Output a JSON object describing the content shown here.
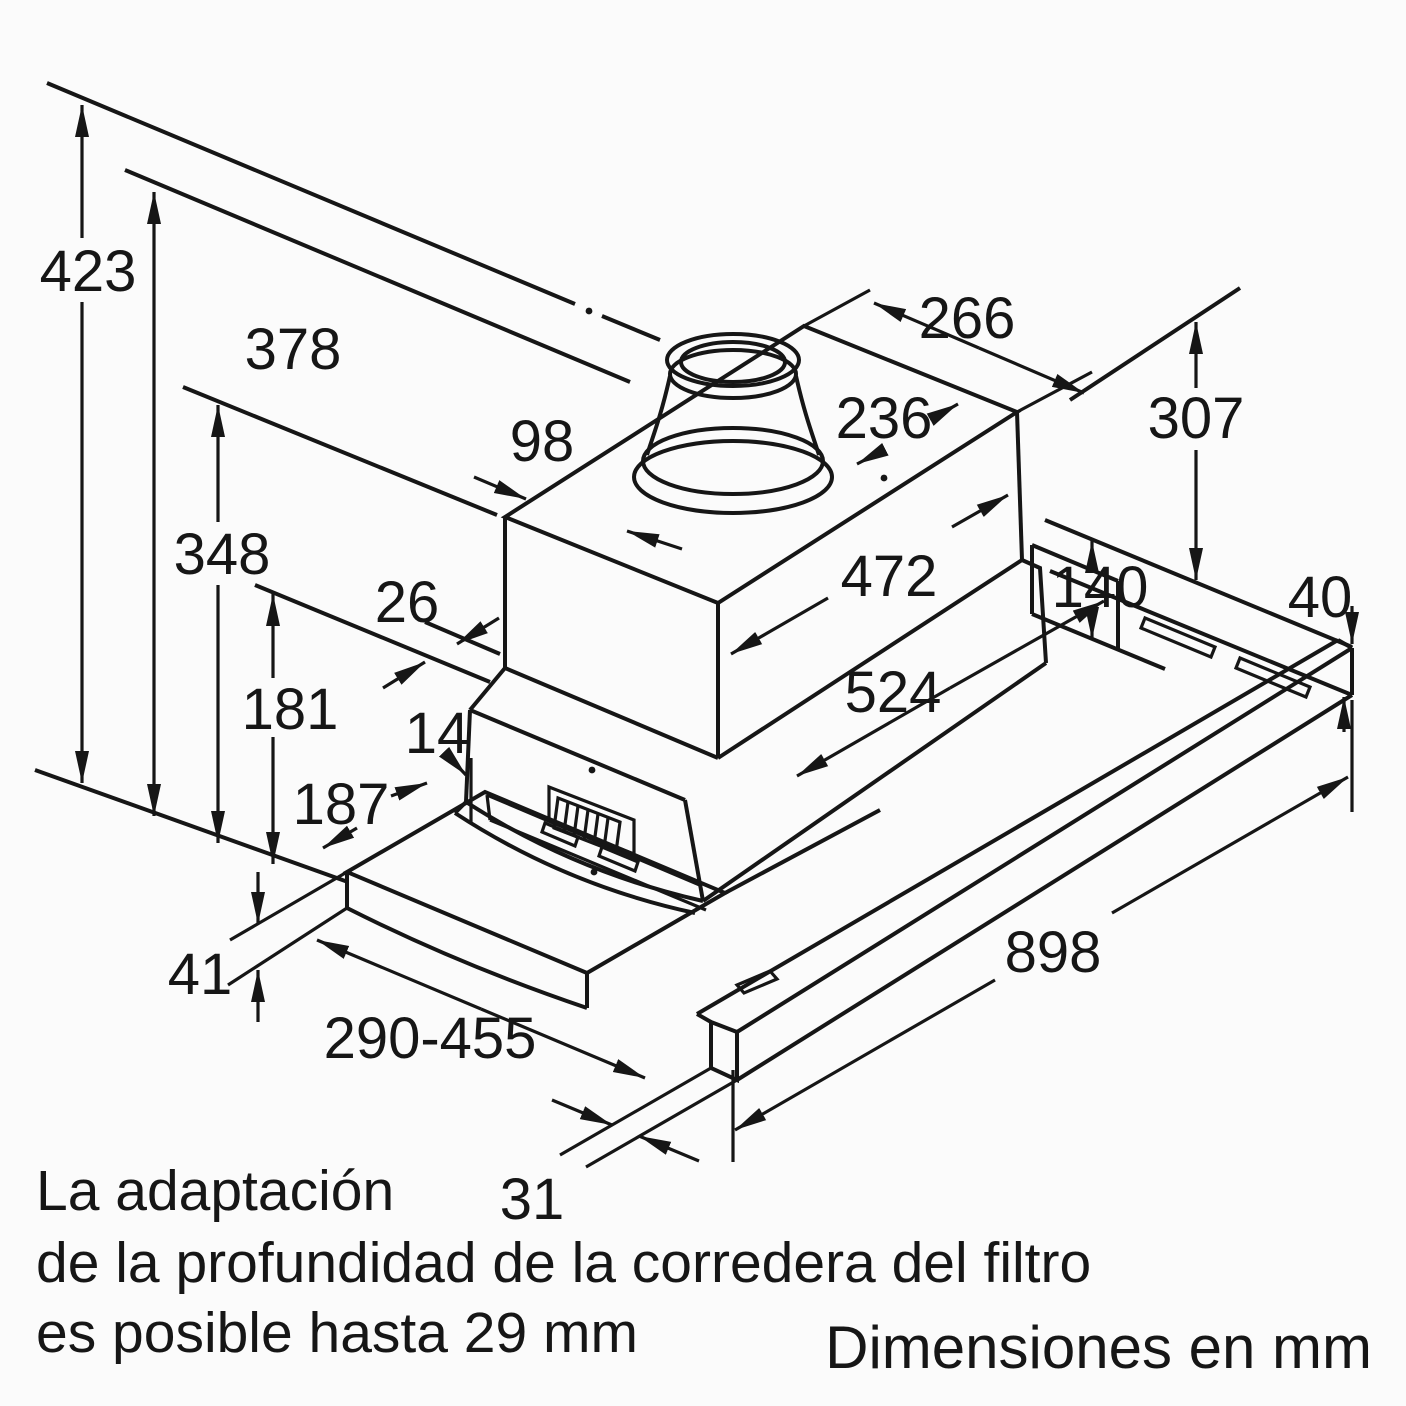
{
  "diagram_title": "Campana telescópica - esquema de dimensiones",
  "units_caption": "Dimensiones en mm",
  "dims": {
    "d423": "423",
    "d378": "378",
    "d348": "348",
    "d181": "181",
    "d41": "41",
    "d187": "187",
    "d26": "26",
    "d14": "14",
    "d98": "98",
    "d266": "266",
    "d236": "236",
    "d307": "307",
    "d472": "472",
    "d524": "524",
    "d140": "140",
    "d40": "40",
    "d898": "898",
    "d290_455": "290-455",
    "d31": "31"
  },
  "notes": {
    "line1": "La adaptación",
    "line2": "de la profundidad de la corredera del filtro",
    "line3": "es posible hasta 29 mm"
  },
  "colors": {
    "line": "#161616",
    "background": "#fbfbfb"
  }
}
